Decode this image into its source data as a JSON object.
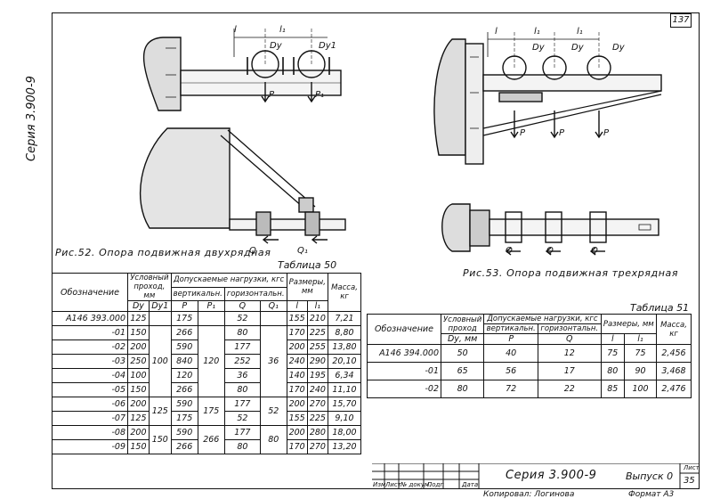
{
  "series_label": "Серия 3.900-9",
  "page_number": "137",
  "fig52": {
    "caption": "Рис.52. Опора подвижная двухрядная",
    "dims": {
      "l": "l",
      "l1": "l₁",
      "dy": "Dу",
      "dy1": "Dу1",
      "p": "P",
      "p1": "P₁",
      "q": "Q",
      "q1": "Q₁"
    }
  },
  "fig53": {
    "caption": "Рис.53. Опора подвижная трехрядная",
    "dims": {
      "l": "l",
      "l1": "l₁",
      "l1b": "l₁",
      "dy": "Dу",
      "dy2": "Dу",
      "dy3": "Dу",
      "p": "P",
      "q": "Q"
    }
  },
  "table50": {
    "title": "Таблица 50",
    "h_name": "Обозначение",
    "h_passage": "Условный проход, мм",
    "h_loads": "Допускаемые нагрузки, кгс",
    "h_vert": "вертикальн.",
    "h_horiz": "горизонтальн.",
    "h_dims": "Размеры, мм",
    "h_mass": "Масса, кг",
    "h_dy": "Dу",
    "h_dy1": "Dу1",
    "h_p": "P",
    "h_p1": "P₁",
    "h_q": "Q",
    "h_q1": "Q₁",
    "h_l": "l",
    "h_l1": "l₁",
    "rows": [
      {
        "name": "А146 393.000",
        "dy": "125",
        "p": "175",
        "q": "52",
        "l": "155",
        "l1": "210",
        "m": "7,21"
      },
      {
        "name": "-01",
        "dy": "150",
        "p": "266",
        "q": "80",
        "l": "170",
        "l1": "225",
        "m": "8,80"
      },
      {
        "name": "-02",
        "dy": "200",
        "p": "590",
        "q": "177",
        "l": "200",
        "l1": "255",
        "m": "13,80"
      },
      {
        "name": "-03",
        "dy": "250",
        "p": "840",
        "q": "252",
        "l": "240",
        "l1": "290",
        "m": "20,10"
      },
      {
        "name": "-04",
        "dy": "100",
        "p": "120",
        "q": "36",
        "l": "140",
        "l1": "195",
        "m": "6,34"
      },
      {
        "name": "-05",
        "dy": "150",
        "p": "266",
        "q": "80",
        "l": "170",
        "l1": "240",
        "m": "11,10"
      },
      {
        "name": "-06",
        "dy": "200",
        "p": "590",
        "q": "177",
        "l": "200",
        "l1": "270",
        "m": "15,70"
      },
      {
        "name": "-07",
        "dy": "125",
        "p": "175",
        "q": "52",
        "l": "155",
        "l1": "225",
        "m": "9,10"
      },
      {
        "name": "-08",
        "dy": "200",
        "p": "590",
        "q": "177",
        "l": "200",
        "l1": "280",
        "m": "18,00"
      },
      {
        "name": "-09",
        "dy": "150",
        "p": "266",
        "q": "80",
        "l": "170",
        "l1": "270",
        "m": "13,20"
      }
    ],
    "merged": {
      "dy1_a": "100",
      "p1_a": "120",
      "q1_a": "36",
      "dy1_b": "125",
      "p1_b": "175",
      "q1_b": "52",
      "dy1_c": "150",
      "p1_c": "266",
      "q1_c": "80"
    }
  },
  "table51": {
    "title": "Таблица 51",
    "h_name": "Обозначение",
    "h_passage": "Условный проход",
    "h_dy": "Dу, мм",
    "h_loads": "Допускаемые нагрузки, кгс",
    "h_vert": "вертикальн.",
    "h_horiz": "горизонтальн.",
    "h_dims": "Размеры, мм",
    "h_mass": "Масса, кг",
    "h_p": "P",
    "h_q": "Q",
    "h_l": "l",
    "h_l1": "l₁",
    "rows": [
      {
        "name": "А146 394.000",
        "dy": "50",
        "p": "40",
        "q": "12",
        "l": "75",
        "l1": "75",
        "m": "2,456"
      },
      {
        "name": "-01",
        "dy": "65",
        "p": "56",
        "q": "17",
        "l": "80",
        "l1": "90",
        "m": "3,468"
      },
      {
        "name": "-02",
        "dy": "80",
        "p": "72",
        "q": "22",
        "l": "85",
        "l1": "100",
        "m": "2,476"
      }
    ]
  },
  "stamp": {
    "title": "Серия 3.900-9",
    "issue": "Выпуск 0",
    "sheet_label": "Лист",
    "sheet_no": "35",
    "cols": [
      "Изм",
      "Лист",
      "№ докум.",
      "Подп",
      "Дата"
    ],
    "copied": "Копировал: Логинова",
    "format": "Формат А3"
  }
}
